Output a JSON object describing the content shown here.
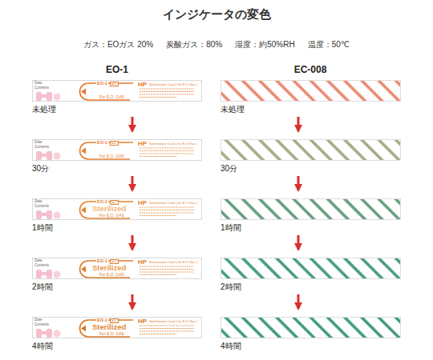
{
  "diagram": {
    "title": "インジケータの変色",
    "nodes": [
      {
        "text": [
          "Date",
          "Contents",
          "EO-1",
          "EO",
          "For E.O. GAS",
          "HP",
          "Sterilization Card ( for E.O.Gas )",
          "未処理"
        ]
      },
      {
        "text": [
          "Date",
          "Contents",
          "EO-1",
          "EO",
          "For E.O. GAS",
          "HP",
          "Sterilization Card ( for E.O.Gas )",
          "30分"
        ]
      },
      {
        "text": [
          "Date",
          "Contents",
          "EO-1",
          "EO",
          "Sterilized",
          "For E.O. GAS",
          "HP",
          "Sterilization Card ( for E.O.Gas )",
          "1時間"
        ]
      },
      {
        "text": [
          "Date",
          "Contents",
          "EO-1",
          "EO",
          "Sterilized",
          "For E.O. GAS",
          "HP",
          "Sterilization Card ( for E.O.Gas )",
          "2時間"
        ]
      },
      {
        "text": [
          "Date",
          "Contents",
          "EO-1",
          "EO",
          "Sterilized",
          "For E.O. GAS",
          "HP",
          "Sterilization Card ( for E.O.Gas )",
          "4時間"
        ]
      },
      {
        "text": [
          "未処理"
        ]
      },
      {
        "text": [
          "30分"
        ]
      },
      {
        "text": [
          "1時間"
        ]
      },
      {
        "text": [
          "2時間"
        ]
      },
      {
        "text": [
          "4時間"
        ]
      }
    ],
    "edges": [
      {
        "from": 0,
        "to": 1,
        "arrow": "to"
      },
      {
        "from": 1,
        "to": 2,
        "arrow": "to"
      },
      {
        "from": 2,
        "to": 3,
        "arrow": "to"
      },
      {
        "from": 3,
        "to": 4,
        "arrow": "to"
      },
      {
        "from": 5,
        "to": 6,
        "arrow": "to"
      },
      {
        "from": 6,
        "to": 7,
        "arrow": "to"
      },
      {
        "from": 7,
        "to": 8,
        "arrow": "to"
      },
      {
        "from": 8,
        "to": 9,
        "arrow": "to"
      }
    ],
    "labels": [
      "EO-1",
      "EC-008",
      "ガス：EOガス 20%",
      "炭酸ガス：80%",
      "湿度：約50%RH",
      "温度：50℃"
    ]
  }
}
